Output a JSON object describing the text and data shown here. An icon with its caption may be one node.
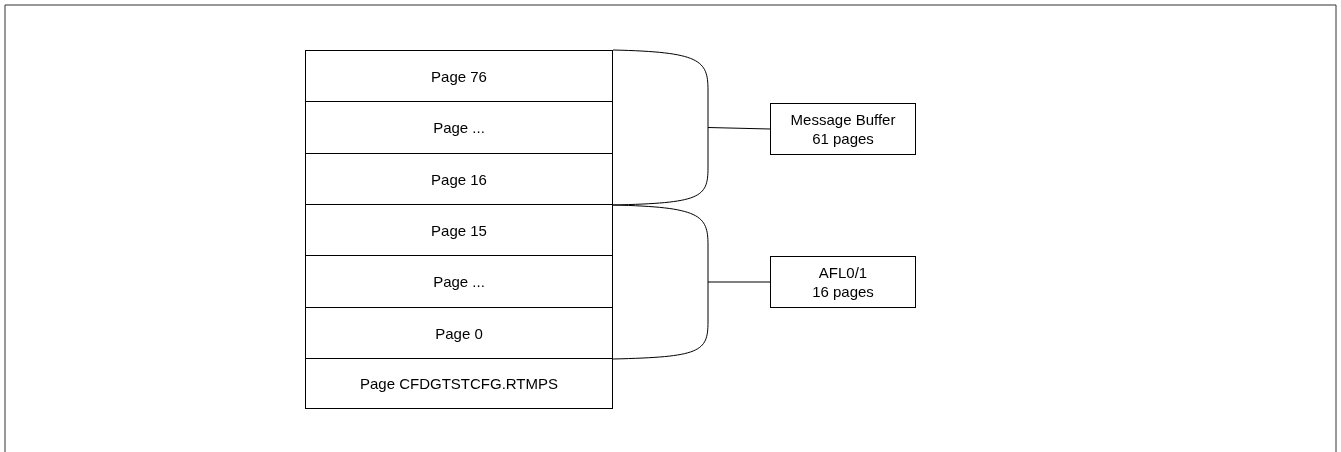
{
  "diagram": {
    "nodes": [
      {
        "text": [
          "Page 76"
        ]
      },
      {
        "text": [
          "Page ..."
        ]
      },
      {
        "text": [
          "Page 16"
        ]
      },
      {
        "text": [
          "Page 15"
        ]
      },
      {
        "text": [
          "Page ..."
        ]
      },
      {
        "text": [
          "Page 0"
        ]
      },
      {
        "text": [
          "Page CFDGTSTCFG.RTMPS"
        ]
      },
      {
        "text": [
          "Message Buffer",
          "61 pages"
        ]
      },
      {
        "text": [
          "AFL0/1",
          "16 pages"
        ]
      },
      {
        "text": [],
        "shape": "bracket"
      },
      {
        "text": [],
        "shape": "bracket"
      }
    ],
    "edges": [
      {
        "from": 9,
        "to": 7,
        "arrow": "none"
      },
      {
        "from": 10,
        "to": 8,
        "arrow": "none"
      }
    ]
  }
}
